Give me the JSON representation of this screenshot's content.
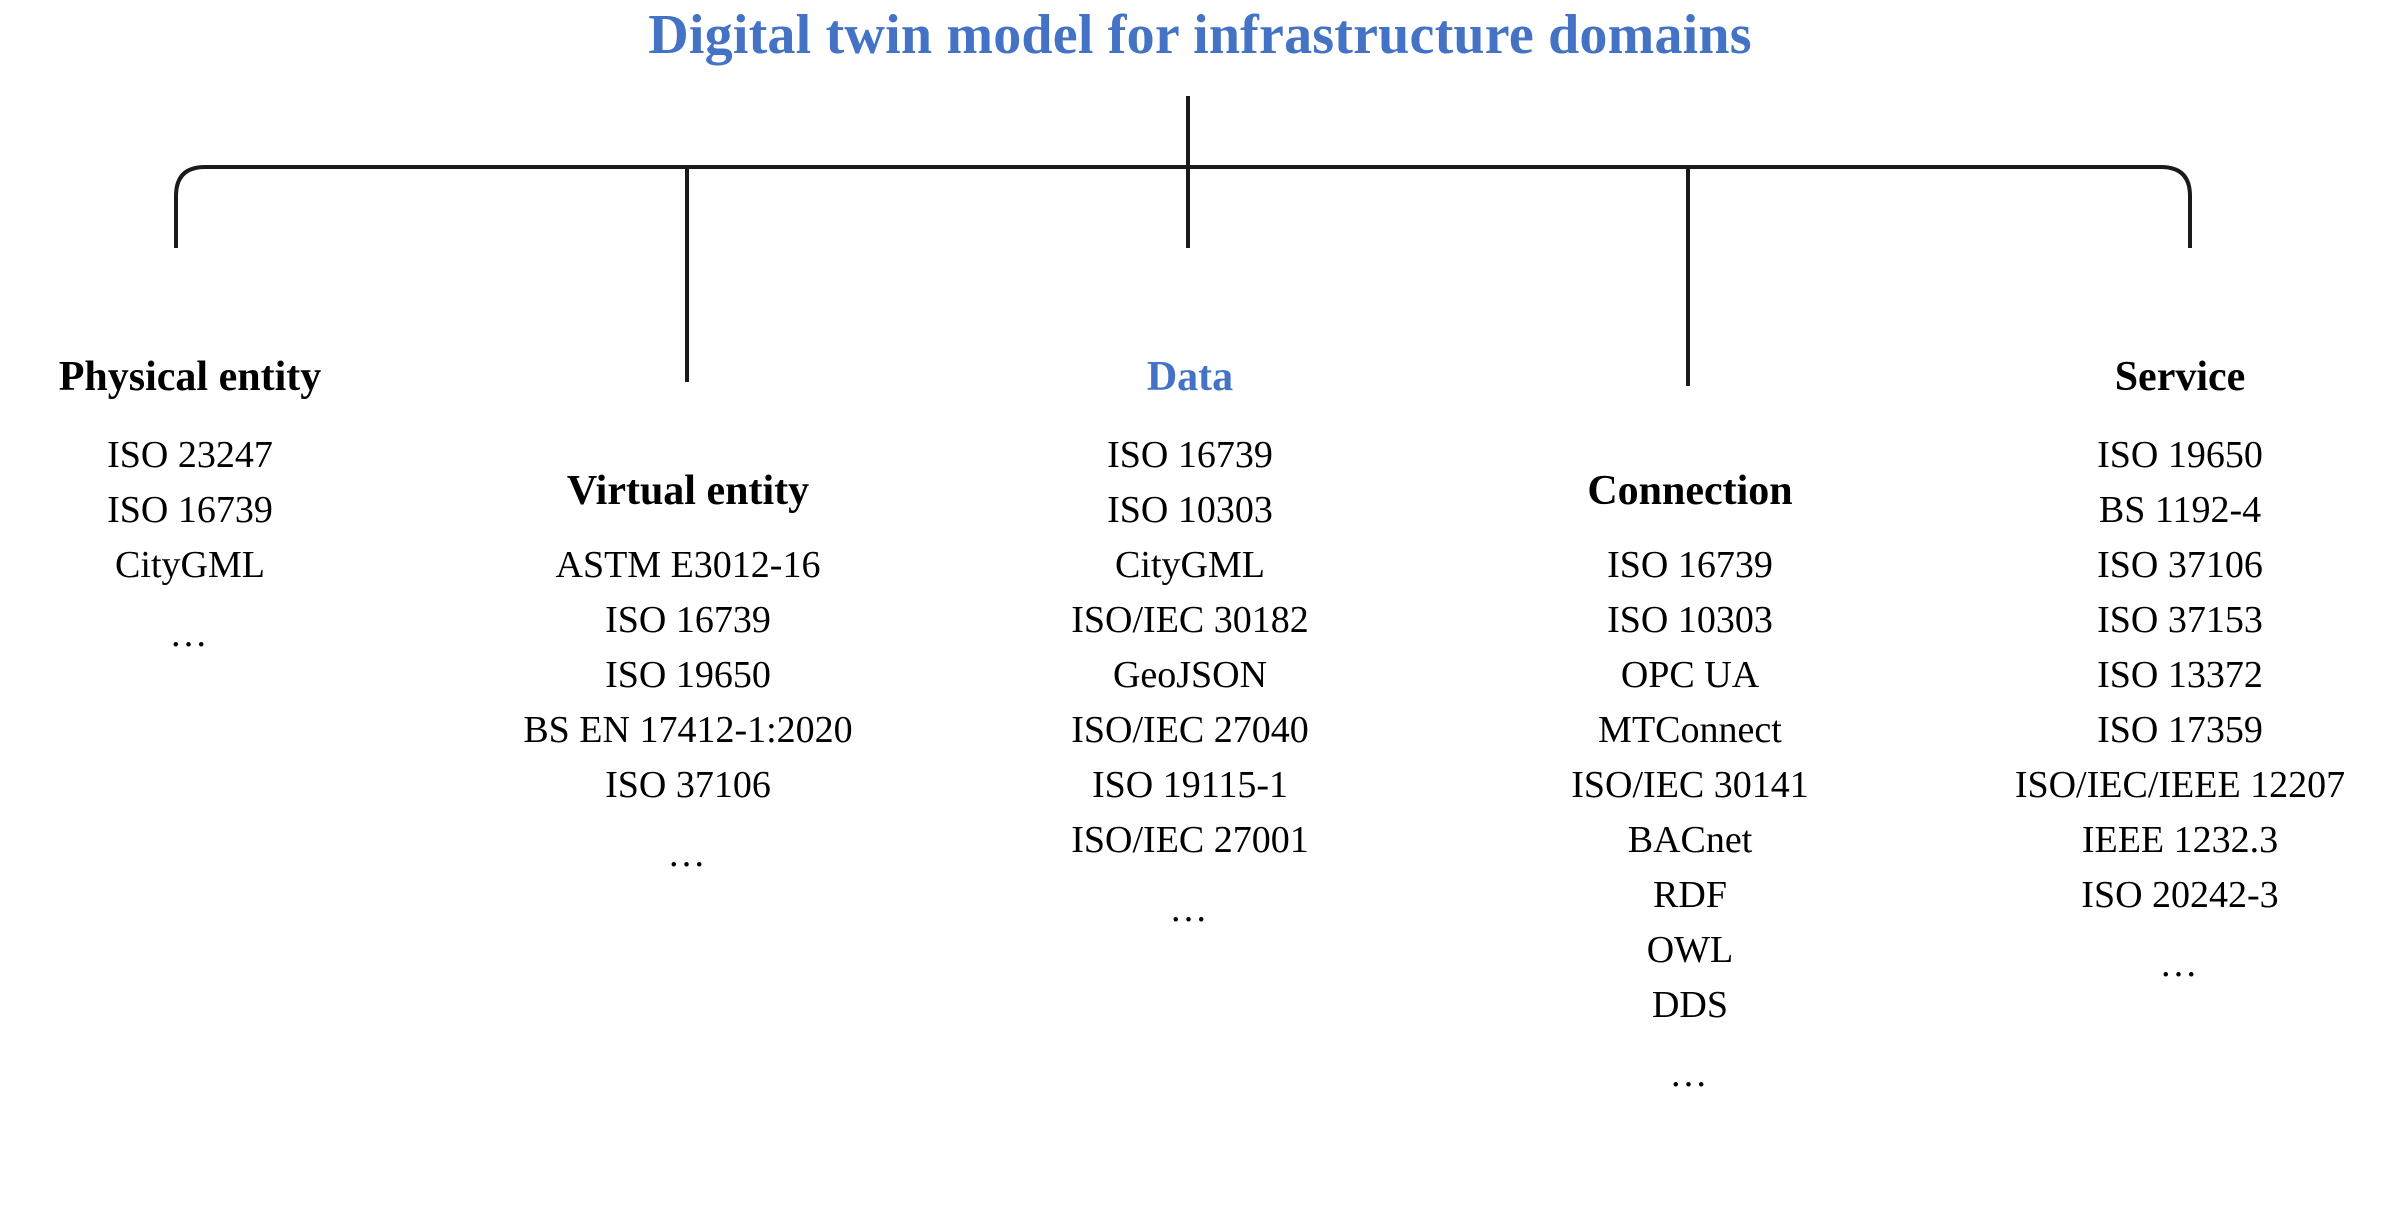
{
  "title": "Digital twin model for infrastructure domains",
  "colors": {
    "accent_blue": "#4472C4",
    "text_black": "#000000",
    "background": "#ffffff",
    "connector_line": "#1a1a1a"
  },
  "ellipsis": "…",
  "branches": [
    {
      "id": "physical-entity",
      "header": "Physical entity",
      "header_color": "#000000",
      "items": [
        "ISO 23247",
        "ISO 16739",
        "CityGML"
      ],
      "has_ellipsis": true
    },
    {
      "id": "virtual-entity",
      "header": "Virtual entity",
      "header_color": "#000000",
      "items": [
        "ASTM E3012-16",
        "ISO 16739",
        "ISO 19650",
        "BS EN 17412-1:2020",
        "ISO 37106"
      ],
      "has_ellipsis": true
    },
    {
      "id": "data",
      "header": "Data",
      "header_color": "#4472C4",
      "items": [
        "ISO 16739",
        "ISO 10303",
        "CityGML",
        "ISO/IEC 30182",
        "GeoJSON",
        "ISO/IEC 27040",
        "ISO 19115-1",
        "ISO/IEC 27001"
      ],
      "has_ellipsis": true
    },
    {
      "id": "connection",
      "header": "Connection",
      "header_color": "#000000",
      "items": [
        "ISO 16739",
        "ISO 10303",
        "OPC UA",
        "MTConnect",
        "ISO/IEC 30141",
        "BACnet",
        "RDF",
        "OWL",
        "DDS"
      ],
      "has_ellipsis": true
    },
    {
      "id": "service",
      "header": "Service",
      "header_color": "#000000",
      "items": [
        "ISO 19650",
        "BS 1192-4",
        "ISO 37106",
        "ISO 37153",
        "ISO 13372",
        "ISO 17359",
        "ISO/IEC/IEEE 12207",
        "IEEE 1232.3",
        "ISO 20242-3"
      ],
      "has_ellipsis": true
    }
  ]
}
